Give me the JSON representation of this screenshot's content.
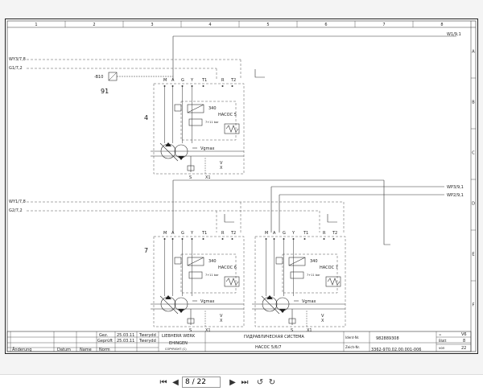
{
  "grid": {
    "columns": [
      "1",
      "2",
      "3",
      "4",
      "5",
      "6",
      "7",
      "8"
    ],
    "rows": [
      "A",
      "B",
      "C",
      "D",
      "E",
      "F"
    ]
  },
  "diagram": {
    "top_right_label": "W1/9,1",
    "signals_left_top": [
      "WY3/7,8",
      "G1/7,2"
    ],
    "signals_left_bottom": [
      "WY1/7,8",
      "G2/7,2"
    ],
    "signals_right_middle": [
      "WP3/9,1",
      "WP2/9,1"
    ],
    "sensor_label": "-B10",
    "ref_number_91": "91",
    "group_number_top": "4",
    "group_number_bottom": "7",
    "port_labels": [
      "M",
      "A",
      "G",
      "Y",
      "T1",
      "R",
      "T2"
    ],
    "port_labels_s": [
      "S",
      "X1"
    ],
    "valve_value": "340",
    "pump_top": "НАСОС 5",
    "pump_mid": "НАСОС 6",
    "pump_right": "НАСОС 7",
    "pressure_note": "7+11 bar",
    "vgmax_label": "Vgmax",
    "small_labels": [
      "V",
      "X"
    ]
  },
  "titleblock": {
    "rev_rows": [
      {
        "label": "Gez.",
        "date": "25.03.11",
        "name": "Twerydd"
      },
      {
        "label": "Geprüft",
        "date": "25.03.11",
        "name": "Twerydd"
      }
    ],
    "footer_cols": [
      "Änderung",
      "Datum",
      "Name",
      "Norm"
    ],
    "company": "LIEBHERR WERK",
    "company_city": "EHINGEN",
    "copyright": "COPYRIGHT (C)",
    "title_1": "ГИДРАВЛИЧЕСКАЯ СИСТЕМА",
    "title_2": "НАСОС 5/6/7",
    "ident_label": "Ident-Nr.",
    "ident_value": "982889308",
    "zeich_label": "Zeich-Nr.",
    "zeich_value": "3362-970.02.00.001-006",
    "right_cells": [
      {
        "label": "=",
        "value": "V6"
      },
      {
        "label": "Blatt",
        "value": "8"
      },
      {
        "label": "von",
        "value": "22"
      }
    ]
  },
  "toolbar": {
    "page_value": "8 / 22"
  }
}
